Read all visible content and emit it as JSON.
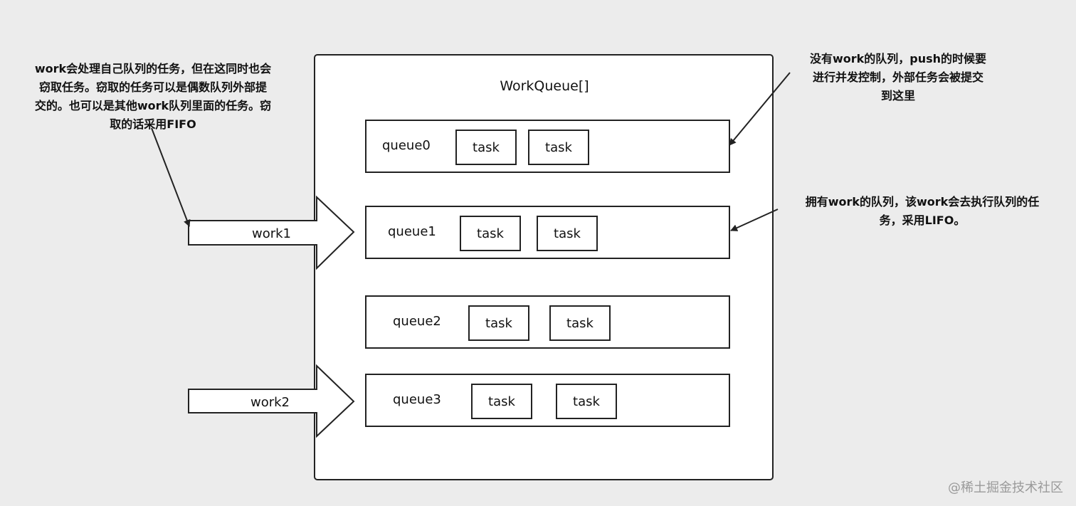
{
  "diagram": {
    "title": "WorkQueue[]",
    "queues": [
      {
        "label": "queue0",
        "tasks": [
          "task",
          "task"
        ]
      },
      {
        "label": "queue1",
        "tasks": [
          "task",
          "task"
        ]
      },
      {
        "label": "queue2",
        "tasks": [
          "task",
          "task"
        ]
      },
      {
        "label": "queue3",
        "tasks": [
          "task",
          "task"
        ]
      }
    ],
    "workers": [
      {
        "label": "work1"
      },
      {
        "label": "work2"
      }
    ],
    "notes": {
      "left": [
        "work会处理自己队列的任务，但在这同时也会",
        "窃取任务。窃取的任务可以是偶数队列外部提",
        "交的。也可以是其他work队列里面的任务。窃",
        "取的话采用FIFO"
      ],
      "top_right": [
        "没有work的队列，push的时候要",
        "进行并发控制，外部任务会被提交",
        "到这里"
      ],
      "mid_right": [
        "拥有work的队列，该work会去执行队列的任",
        "务，采用LIFO。"
      ]
    },
    "watermark": "@稀土掘金技术社区"
  }
}
